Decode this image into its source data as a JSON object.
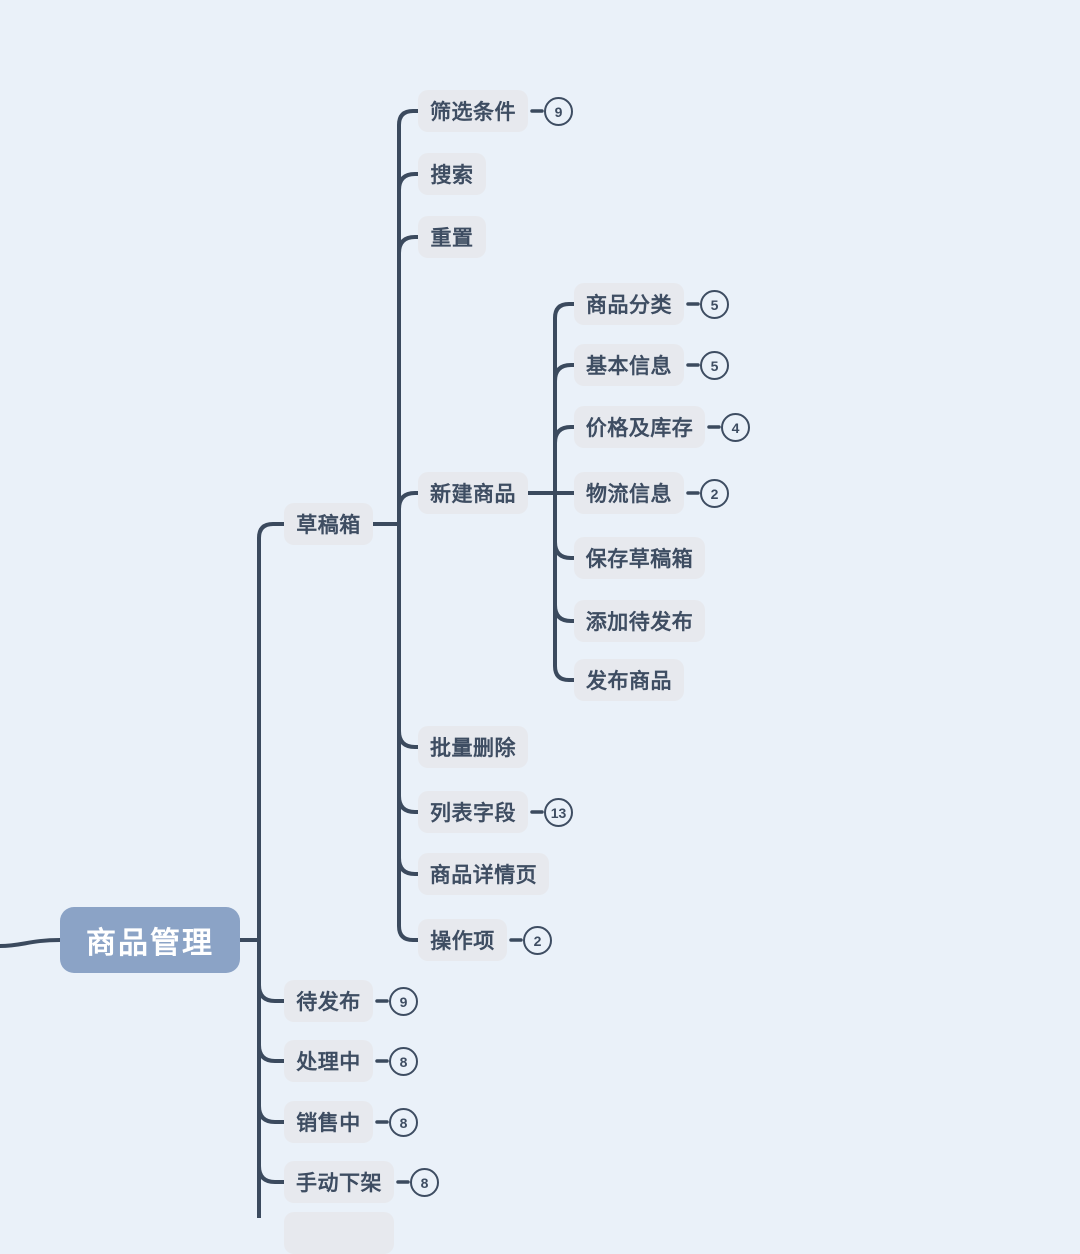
{
  "canvas": {
    "background": "#eaf1f9"
  },
  "colors": {
    "bg": "#eaf1f9",
    "node_bg": "#e7e9ee",
    "node_text": "#3e4d62",
    "line": "#3b4a5e",
    "root_bg": "#8ba3c6",
    "root_text": "#ffffff"
  },
  "mindmap": {
    "root": {
      "label": "商品管理"
    },
    "nodes": {
      "draft_box": {
        "label": "草稿箱"
      },
      "filter_criteria": {
        "label": "筛选条件",
        "badge": "9"
      },
      "search": {
        "label": "搜索"
      },
      "reset": {
        "label": "重置"
      },
      "new_product": {
        "label": "新建商品"
      },
      "product_category": {
        "label": "商品分类",
        "badge": "5"
      },
      "basic_info": {
        "label": "基本信息",
        "badge": "5"
      },
      "price_stock": {
        "label": "价格及库存",
        "badge": "4"
      },
      "logistics_info": {
        "label": "物流信息",
        "badge": "2"
      },
      "save_to_draft": {
        "label": "保存草稿箱"
      },
      "add_to_pending": {
        "label": "添加待发布"
      },
      "publish_product": {
        "label": "发布商品"
      },
      "batch_delete": {
        "label": "批量删除"
      },
      "list_fields": {
        "label": "列表字段",
        "badge": "13"
      },
      "product_detail_page": {
        "label": "商品详情页"
      },
      "action_items": {
        "label": "操作项",
        "badge": "2"
      },
      "pending_release": {
        "label": "待发布",
        "badge": "9"
      },
      "processing": {
        "label": "处理中",
        "badge": "8"
      },
      "on_sale": {
        "label": "销售中",
        "badge": "8"
      },
      "manual_off_shelf": {
        "label": "手动下架",
        "badge": "8"
      },
      "clipped_bottom": {
        "label": ""
      }
    }
  }
}
